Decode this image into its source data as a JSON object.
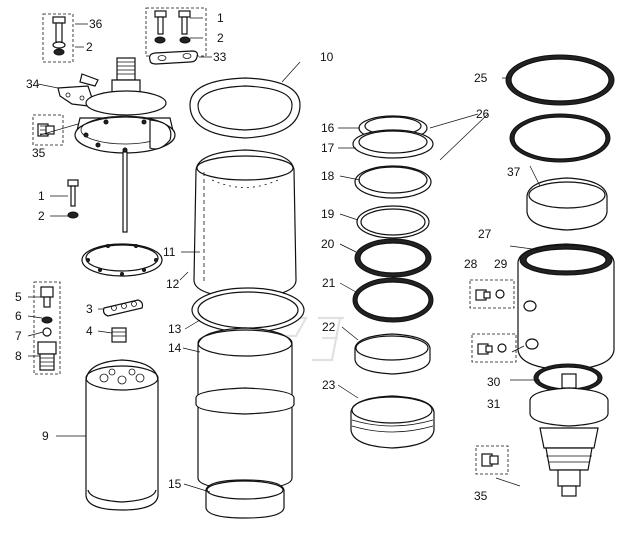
{
  "callouts": {
    "c36": "36",
    "c2a": "2",
    "c1a": "1",
    "c2b": "2",
    "c33": "33",
    "c10": "10",
    "c34": "34",
    "c35a": "35",
    "c1b": "1",
    "c2c": "2",
    "c16": "16",
    "c17": "17",
    "c26": "26",
    "c25": "25",
    "c37": "37",
    "c18": "18",
    "c19": "19",
    "c20": "20",
    "c21": "21",
    "c11": "11",
    "c12": "12",
    "c27": "27",
    "c28": "28",
    "c29": "29",
    "c5": "5",
    "c3": "3",
    "c6": "6",
    "c7": "7",
    "c4": "4",
    "c8": "8",
    "c13": "13",
    "c22": "22",
    "c14": "14",
    "c30": "30",
    "c31": "31",
    "c23": "23",
    "c9": "9",
    "c15": "15",
    "c35b": "35"
  },
  "colors": {
    "line": "#111111",
    "background": "#ffffff",
    "watermark": "#c9c9c9"
  }
}
